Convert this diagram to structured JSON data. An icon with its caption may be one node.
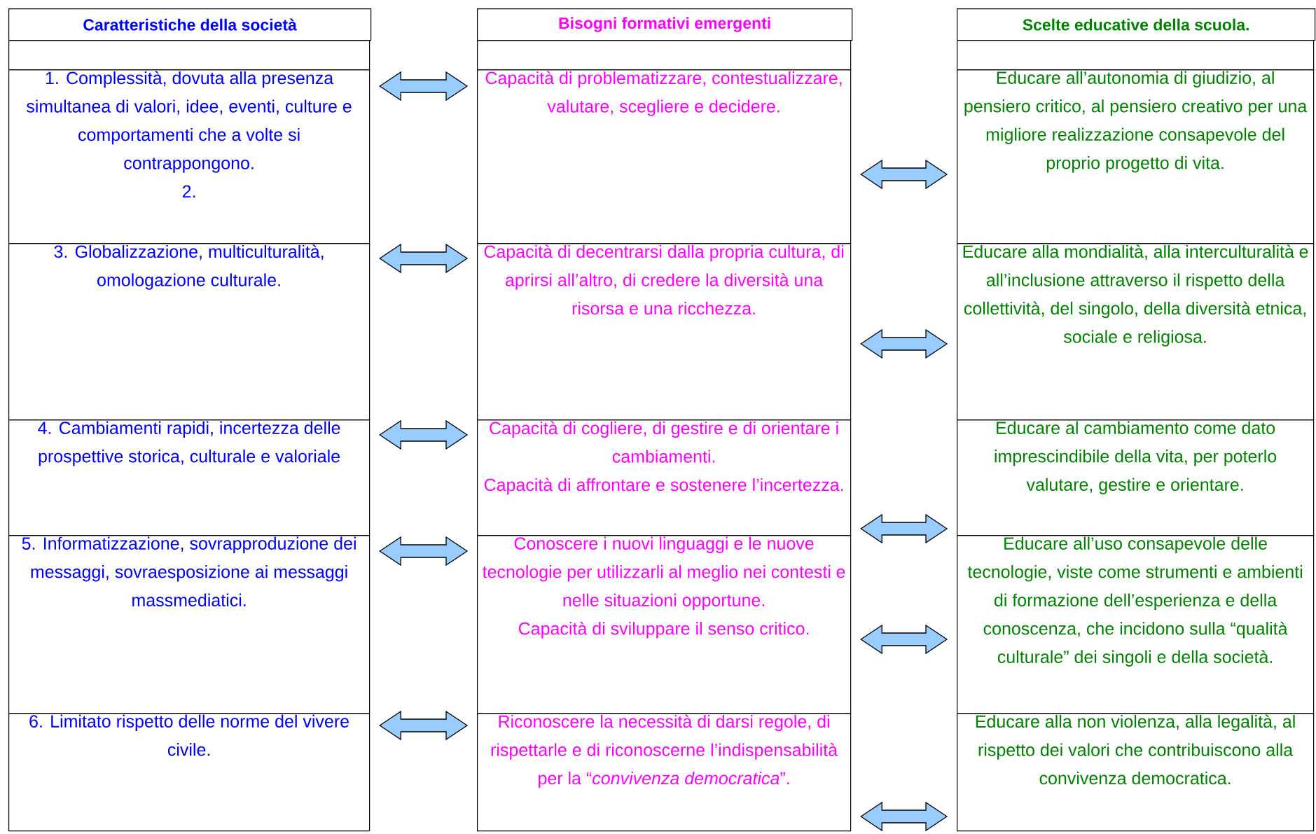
{
  "diagram": {
    "nodes": [
      {
        "text": [
          "Caratteristiche della società"
        ]
      },
      {
        "text": [
          "Bisogni formativi emergenti"
        ]
      },
      {
        "text": [
          "Scelte educative della scuola."
        ]
      },
      {
        "text": [],
        "shape": "box"
      },
      {
        "text": [],
        "shape": "box"
      },
      {
        "text": [],
        "shape": "box"
      },
      {
        "text": [
          "1. Complessità, dovuta alla presenza simultanea di valori, idee, eventi, culture e comportamenti che a volte si contrappongono.",
          "2."
        ]
      },
      {
        "text": [
          "Capacità di problematizzare, contestualizzare, valutare, scegliere e decidere."
        ]
      },
      {
        "text": [
          "Educare all’autonomia di giudizio, al pensiero critico, al pensiero creativo per una migliore realizzazione consapevole del proprio progetto di vita."
        ]
      },
      {
        "text": [
          "3. Globalizzazione, multiculturalità, omologazione culturale."
        ]
      },
      {
        "text": [
          "Capacità di decentrarsi dalla propria cultura, di aprirsi all’altro, di credere la diversità una risorsa e una ricchezza."
        ]
      },
      {
        "text": [
          "Educare alla mondialità, alla interculturalità e all’inclusione attraverso il rispetto della collettività, del singolo, della diversità etnica, sociale e religiosa."
        ]
      },
      {
        "text": [
          "4. Cambiamenti rapidi, incertezza delle prospettive storica, culturale e valoriale"
        ]
      },
      {
        "text": [
          "Capacità di cogliere, di gestire e di orientare i cambiamenti.",
          "Capacità di affrontare e sostenere l’incertezza."
        ]
      },
      {
        "text": [
          "Educare al cambiamento come dato imprescindibile della vita, per poterlo valutare, gestire e orientare."
        ]
      },
      {
        "text": [
          "5. Informatizzazione, sovrapproduzione dei messaggi, sovraesposizione ai messaggi massmediatici."
        ]
      },
      {
        "text": [
          "Conoscere i nuovi linguaggi e le nuove tecnologie per utilizzarli al meglio nei contesti e nelle situazioni opportune.",
          "Capacità di sviluppare il senso critico."
        ]
      },
      {
        "text": [
          "Educare all’uso consapevole delle tecnologie, viste come strumenti e ambienti di formazione dell’esperienza e della conoscenza, che incidono sulla “qualità culturale” dei singoli e della società."
        ]
      },
      {
        "text": [
          "6. Limitato rispetto delle norme del vivere civile."
        ]
      },
      {
        "text": [
          "Riconoscere la necessità di darsi regole, di rispettarle e di riconoscerne l’indispensabilità per la “*convivenza democratica*”."
        ]
      },
      {
        "text": [
          "Educare alla non violenza, alla legalità, al rispetto dei valori che contribuiscono alla convivenza democratica."
        ]
      }
    ],
    "edges": [
      {
        "from": 6,
        "to": 7,
        "arrow": "both"
      },
      {
        "from": 7,
        "to": 8,
        "arrow": "both"
      },
      {
        "from": 9,
        "to": 10,
        "arrow": "both"
      },
      {
        "from": 10,
        "to": 11,
        "arrow": "both"
      },
      {
        "from": 12,
        "to": 13,
        "arrow": "both"
      },
      {
        "from": 13,
        "to": 14,
        "arrow": "both"
      },
      {
        "from": 15,
        "to": 16,
        "arrow": "both"
      },
      {
        "from": 16,
        "to": 17,
        "arrow": "both"
      },
      {
        "from": 18,
        "to": 19,
        "arrow": "both"
      },
      {
        "from": 19,
        "to": 20,
        "arrow": "both"
      }
    ]
  }
}
